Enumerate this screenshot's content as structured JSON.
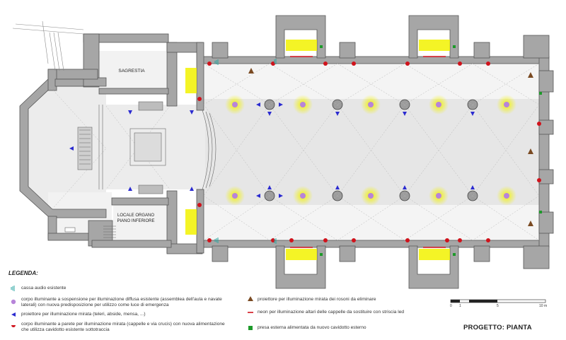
{
  "rooms": {
    "sagrestia": "SAGRESTIA",
    "locale_organo_1": "LOCALE ORGANO",
    "locale_organo_2": "PIANO INFERIORE"
  },
  "legend": {
    "title": "LEGENDA:",
    "items": [
      {
        "key": "speaker",
        "text": "cassa audio esistente"
      },
      {
        "key": "pendant",
        "text": "corpo illuminante a sospensione per illuminazione diffusa esistente (assemblea dell'aula e navate laterali) con nuova predisposizione per utilizzo come luce di emergenza"
      },
      {
        "key": "projector",
        "text": "proiettore per illuminazione mirata (teleri, abside, mensa, ...)"
      },
      {
        "key": "wall_light",
        "text": "corpo illuminante a parete per illuminazione mirata (cappelle e via crucis) con nuova alimentazione che utilizza cavidotto esistente sottotraccia"
      },
      {
        "key": "rose_projector",
        "text": "proiettore per illuminazione mirata dei rosoni da eliminare"
      },
      {
        "key": "neon",
        "text": "neon per illuminazione altari delle cappelle da sostituire con striscia led"
      },
      {
        "key": "socket",
        "text": "presa esterna alimentata da nuovo cavidotto esterno"
      }
    ]
  },
  "scale": {
    "labels": [
      "0",
      "1",
      "5",
      "10 m"
    ]
  },
  "project_title": "PROGETTO: PIANTA",
  "colors": {
    "wall": "#a6a6a6",
    "wall_stroke": "#555555",
    "floor": "#e9e9e9",
    "highlight": "#f2f200",
    "pendant": "#b784d9",
    "projector": "#2b2bd0",
    "wall_light": "#d0121b",
    "rose_projector": "#7a4a22",
    "socket": "#1d9a2a",
    "speaker": "#2aa6a0"
  }
}
